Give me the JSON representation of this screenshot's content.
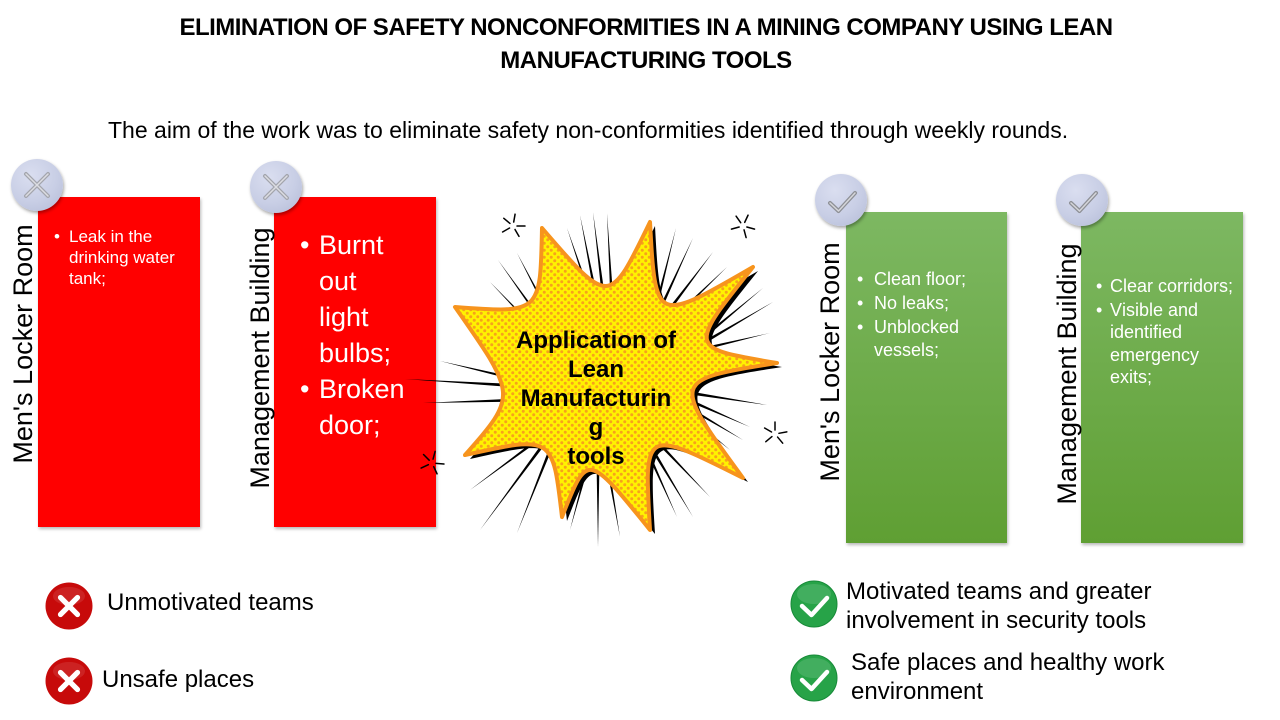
{
  "header": {
    "title": "ELIMINATION OF SAFETY NONCONFORMITIES IN A MINING COMPANY USING LEAN MANUFACTURING TOOLS",
    "subtitle": "The aim of the work was to eliminate safety non-conformities identified through weekly rounds."
  },
  "colors": {
    "before_card": "#FF0000",
    "after_card_top": "#7DB862",
    "after_card_bottom": "#5F9F33",
    "badge": "#C8CEE5",
    "burst_fill": "#FFF200",
    "burst_dots": "#F7A21B",
    "burst_outline": "#F7941D",
    "negative_icon": "#C70A0A",
    "positive_icon": "#27A348"
  },
  "before": {
    "cards": [
      {
        "label": "Men's Locker Room",
        "badge_icon": "x-mark-icon",
        "items": [
          "Leak in the drinking water tank;"
        ]
      },
      {
        "label": "Management Building",
        "badge_icon": "x-mark-icon",
        "items": [
          "Burnt out light bulbs;",
          "Broken door;"
        ]
      }
    ],
    "outcomes": [
      {
        "icon": "red-x-circle-icon",
        "text": "Unmotivated teams"
      },
      {
        "icon": "red-x-circle-icon",
        "text": "Unsafe places"
      }
    ]
  },
  "transition": {
    "icon": "comic-burst-icon",
    "text_lines": [
      "Application of Lean Manufacturing",
      "tools"
    ]
  },
  "after": {
    "cards": [
      {
        "label": "Men's Locker Room",
        "badge_icon": "check-mark-icon",
        "items": [
          "Clean floor;",
          "No leaks;",
          "Unblocked vessels;"
        ]
      },
      {
        "label": "Management Building",
        "badge_icon": "check-mark-icon",
        "items": [
          "Clear corridors;",
          "Visible and identified emergency exits;"
        ]
      }
    ],
    "outcomes": [
      {
        "icon": "green-check-circle-icon",
        "text": "Motivated teams and greater involvement in security tools"
      },
      {
        "icon": "green-check-circle-icon",
        "text": "Safe places and healthy work environment"
      }
    ]
  }
}
